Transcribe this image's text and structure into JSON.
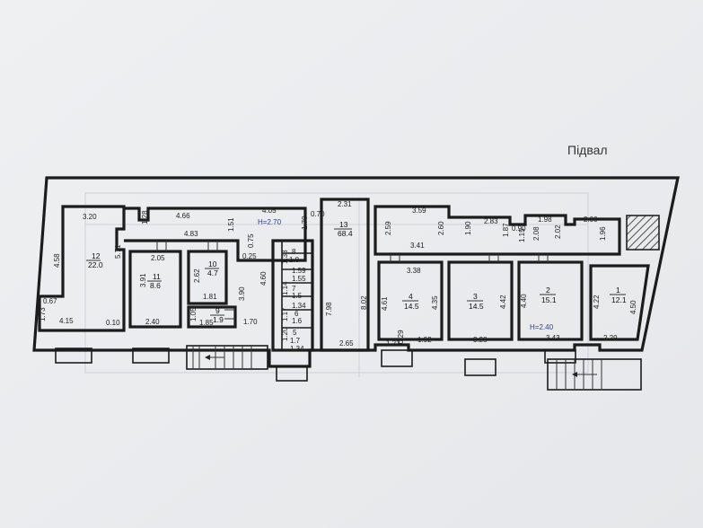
{
  "title": "Підвал",
  "heights": {
    "h1": "H=2.70",
    "h2": "H=2.40"
  },
  "rooms": [
    {
      "num": "12",
      "area": "22.0"
    },
    {
      "num": "11",
      "area": "8.6"
    },
    {
      "num": "10",
      "area": "4.7"
    },
    {
      "num": "9",
      "area": "1.9"
    },
    {
      "num": "8",
      "area": "1.8"
    },
    {
      "num": "7",
      "area": ""
    },
    {
      "num": "6",
      "area": "1.6"
    },
    {
      "num": "5",
      "area": "1.7"
    },
    {
      "num": "13",
      "area": "68.4"
    },
    {
      "num": "4",
      "area": "14.5"
    },
    {
      "num": "3",
      "area": "14.5"
    },
    {
      "num": "2",
      "area": "15.1"
    },
    {
      "num": "1",
      "area": "12.1"
    }
  ],
  "dimensions": [
    "3.20",
    "4.58",
    "5.71",
    "0.67",
    "1.73",
    "4.15",
    "0.10",
    "1.28",
    "4.66",
    "4.83",
    "4.05",
    "1.51",
    "H=2.70",
    "2.05",
    "3.91",
    "2.40",
    "2.62",
    "1.81",
    "1.05",
    "1.85",
    "0.75",
    "0.25",
    "3.90",
    "1.70",
    "4.60",
    "1.33",
    "1.59",
    "1.14",
    "1.55",
    "1.5",
    "1.34",
    "1.17",
    "1.20",
    "1.34",
    "0.70",
    "1.70",
    "2.31",
    "7.98",
    "8.02",
    "2.65",
    "3.59",
    "2.59",
    "2.60",
    "3.41",
    "3.38",
    "4.61",
    "4.35",
    "1.22",
    "0.29",
    "1.92",
    "2.83",
    "1.90",
    "0.90",
    "1.87",
    "1.15",
    "4.42",
    "3.28",
    "1.98",
    "2.08",
    "2.02",
    "4.40",
    "3.43",
    "2.00",
    "1.96",
    "4.22",
    "4.50",
    "2.29"
  ]
}
